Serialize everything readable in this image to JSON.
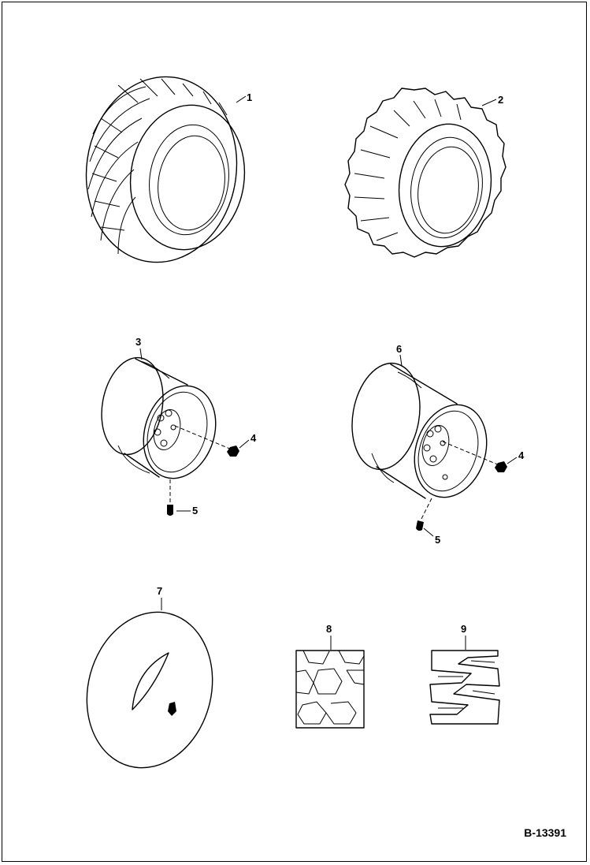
{
  "diagram": {
    "figure_number": "B-13391",
    "callouts": {
      "c1": "1",
      "c2": "2",
      "c3": "3",
      "c4a": "4",
      "c5a": "5",
      "c6": "6",
      "c4b": "4",
      "c5b": "5",
      "c7": "7",
      "c8": "8",
      "c9": "9"
    },
    "parts": [
      "tire-industrial-tread",
      "tire-lug-tread",
      "wheel-rim",
      "wheel-nut",
      "valve-stem",
      "wheel-rim-wide",
      "inner-tube",
      "tread-pattern-block",
      "tread-pattern-lug"
    ]
  }
}
